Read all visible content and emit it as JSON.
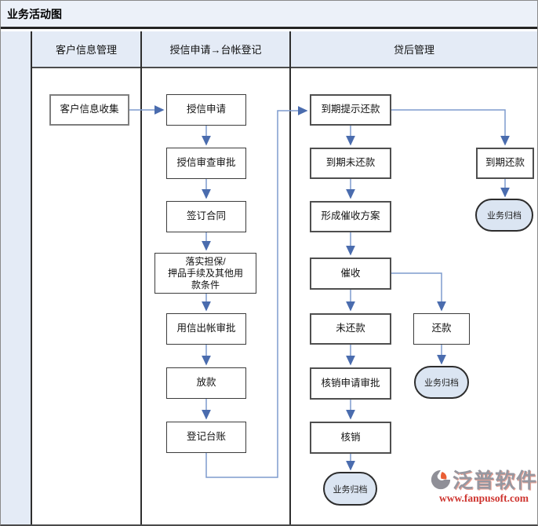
{
  "title": "业务活动图",
  "lanes": [
    {
      "label": "客户信息管理"
    },
    {
      "label": "授信申请→台帐登记"
    },
    {
      "label": "贷后管理"
    }
  ],
  "nodes": {
    "customer_collect": "客户信息收集",
    "credit_apply": "授信申请",
    "credit_review": "授信审查审批",
    "sign_contract": "签订合同",
    "guarantee": "落实担保/\n押品手续及其他用\n款条件",
    "disb_approval": "用信出帐审批",
    "loan": "放款",
    "ledger": "登记台账",
    "remind": "到期提示还款",
    "overdue": "到期未还款",
    "plan": "形成催收方案",
    "collection": "催收",
    "unpaid": "未还款",
    "writeoff_approval": "核销申请审批",
    "writeoff": "核销",
    "repaid_due": "到期还款",
    "repay": "还款",
    "archive": "业务归档"
  },
  "watermark": {
    "brand": "泛普软件",
    "url": "www.fanpusoft.com"
  },
  "colors": {
    "lane_fill": "#e4ebf6",
    "title_fill": "#ecf1f9",
    "arrow_stroke": "#7e9bcd",
    "arrow_head": "#4a6cae",
    "terminator_fill": "#dbe5f2",
    "box_border": "#4f4f4f",
    "watermark_red": "#cc2a24"
  }
}
